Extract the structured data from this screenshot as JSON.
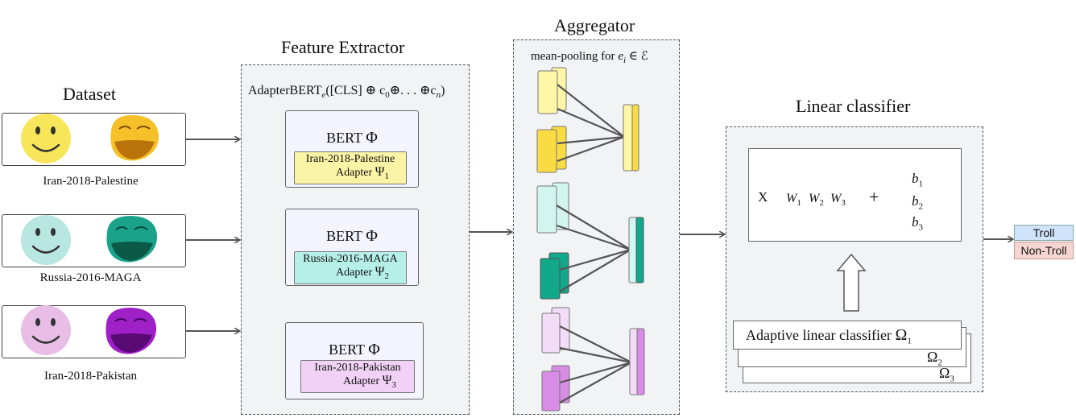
{
  "titles": {
    "dataset": "Dataset",
    "feature_extractor": "Feature Extractor",
    "aggregator": "Aggregator",
    "linear_classifier": "Linear classifier"
  },
  "datasets": [
    {
      "name": "Iran-2018-Palestine",
      "color": "#f8e65a",
      "troll_color": "#f6c028"
    },
    {
      "name": "Russia-2016-MAGA",
      "color": "#b8e6e0",
      "troll_color": "#1aa38a"
    },
    {
      "name": "Iran-2018-Pakistan",
      "color": "#e8bde6",
      "troll_color": "#a020c8"
    }
  ],
  "feature_extractor": {
    "formula_prefix": "AdapterBERT",
    "formula_sub": "e",
    "formula_body": "([CLS] ⊕ c",
    "formula_sub0": "0",
    "formula_mid": "⊕. . . ⊕c",
    "formula_subn": "n",
    "formula_end": ")",
    "bert_label": "BERT",
    "phi": "Φ",
    "adapters": [
      {
        "line1": "Iran-2018-Palestine",
        "line2": "Adapter",
        "psi": "Ψ",
        "sub": "1",
        "color": "#fbf4a6"
      },
      {
        "line1": "Russia-2016-MAGA",
        "line2": "Adapter",
        "psi": "Ψ",
        "sub": "2",
        "color": "#b6efe8"
      },
      {
        "line1": "Iran-2018-Pakistan",
        "line2": "Adapter",
        "psi": "Ψ",
        "sub": "3",
        "color": "#f1d2f6"
      }
    ]
  },
  "aggregator": {
    "caption_prefix": "mean-pooling for ",
    "caption_var": "e",
    "caption_sub": "i",
    "caption_rest": " ∈ ℰ"
  },
  "classifier": {
    "x_label": "X",
    "w_vars": [
      "W",
      "W",
      "W"
    ],
    "w_subs": [
      "1",
      "2",
      "3"
    ],
    "plus": "+",
    "b_vars": [
      "b",
      "b",
      "b"
    ],
    "b_subs": [
      "1",
      "2",
      "3"
    ],
    "adaptive_label": "Adaptive linear classifier",
    "omega": "Ω",
    "omega_subs": [
      "1",
      "2",
      "3"
    ]
  },
  "outputs": {
    "troll": "Troll",
    "non_troll": "Non-Troll",
    "troll_color": "#cfe3fb",
    "non_troll_color": "#f6d6d2"
  }
}
